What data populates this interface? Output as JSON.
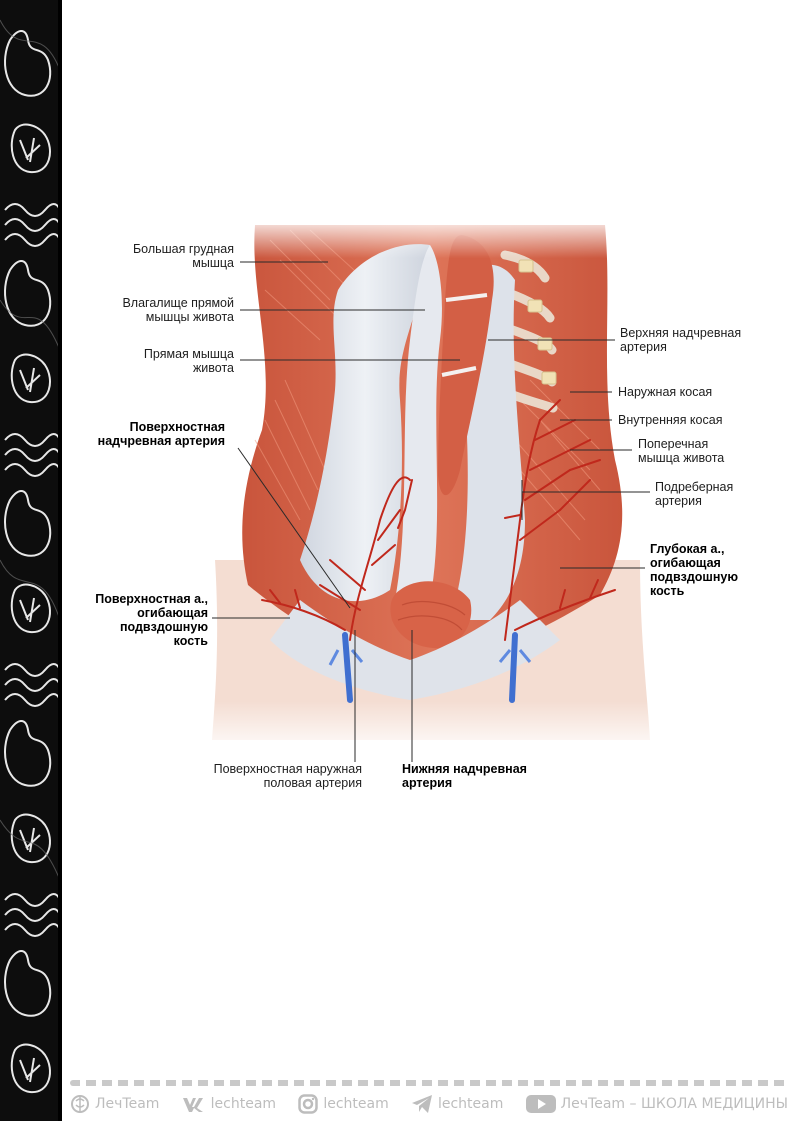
{
  "labels": {
    "pectoralis_major": "Большая грудная\nмышца",
    "rectus_sheath": "Влагалище прямой\nмышцы живота",
    "rectus_abdominis": "Прямая мышца\nживота",
    "superficial_epigastric": "Поверхностная\nнадчревная артерия",
    "superficial_circumflex_iliac": "Поверхностная а.,\nогибающая\nподвздошную\nкость",
    "superficial_external_pudendal": "Поверхностная наружная\nполовая артерия",
    "inferior_epigastric": "Нижняя надчревная\nартерия",
    "superior_epigastric": "Верхняя надчревная\nартерия",
    "external_oblique": "Наружная косая",
    "internal_oblique": "Внутренняя косая",
    "transversus_abdominis": "Поперечная\nмышца живота",
    "subcostal_artery": "Подреберная\nартерия",
    "deep_circumflex_iliac": "Глубокая а.,\nогибающая\nподвздошную\nкость"
  },
  "footer": {
    "items": [
      {
        "icon": "brain-logo-icon",
        "text": "ЛечTeam"
      },
      {
        "icon": "vk-icon",
        "text": "lechteam"
      },
      {
        "icon": "instagram-icon",
        "text": "lechteam"
      },
      {
        "icon": "telegram-icon",
        "text": "lechteam"
      },
      {
        "icon": "youtube-icon",
        "text": "ЛечTeam – ШКОЛА МЕДИЦИНЫ"
      }
    ]
  },
  "colors": {
    "muscle": "#d86a4f",
    "muscle_dark": "#b8442f",
    "fascia": "#dfe3ea",
    "artery": "#c0281c",
    "vein": "#3f6fd0",
    "skin": "#f3d9cc"
  }
}
